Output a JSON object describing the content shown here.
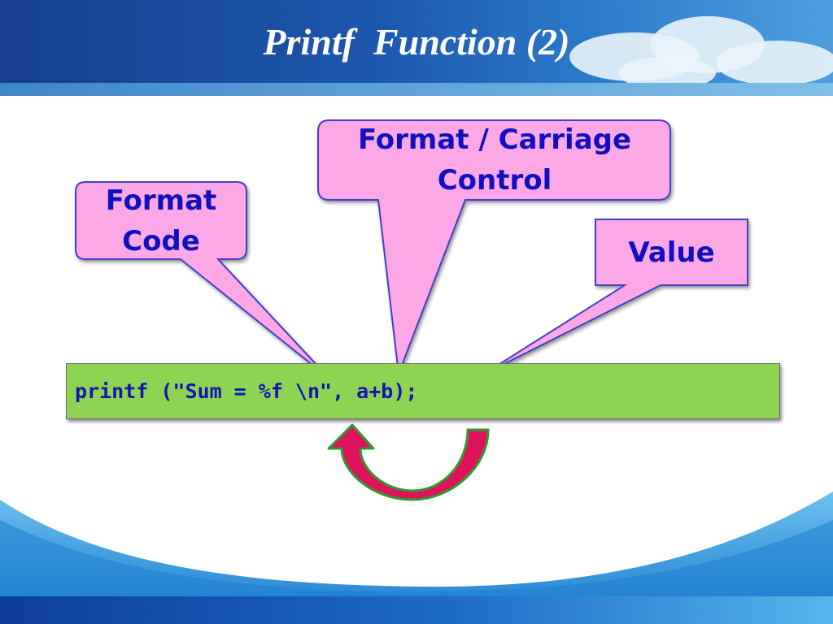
{
  "slide": {
    "title": "Printf  Function (2)"
  },
  "callouts": {
    "format_code": "Format\nCode",
    "format_carriage": "Format / Carriage\nControl",
    "value": "Value"
  },
  "code": {
    "line": "printf (\"Sum = %f \\n\", a+b);"
  },
  "colors": {
    "callout_fill": "#fca8e6",
    "callout_border": "#4040c8",
    "callout_text": "#1010c0",
    "code_bg": "#8ed452",
    "code_text": "#1414b4",
    "arrow_fill": "#e0125c",
    "arrow_border": "#2f9a2f"
  }
}
